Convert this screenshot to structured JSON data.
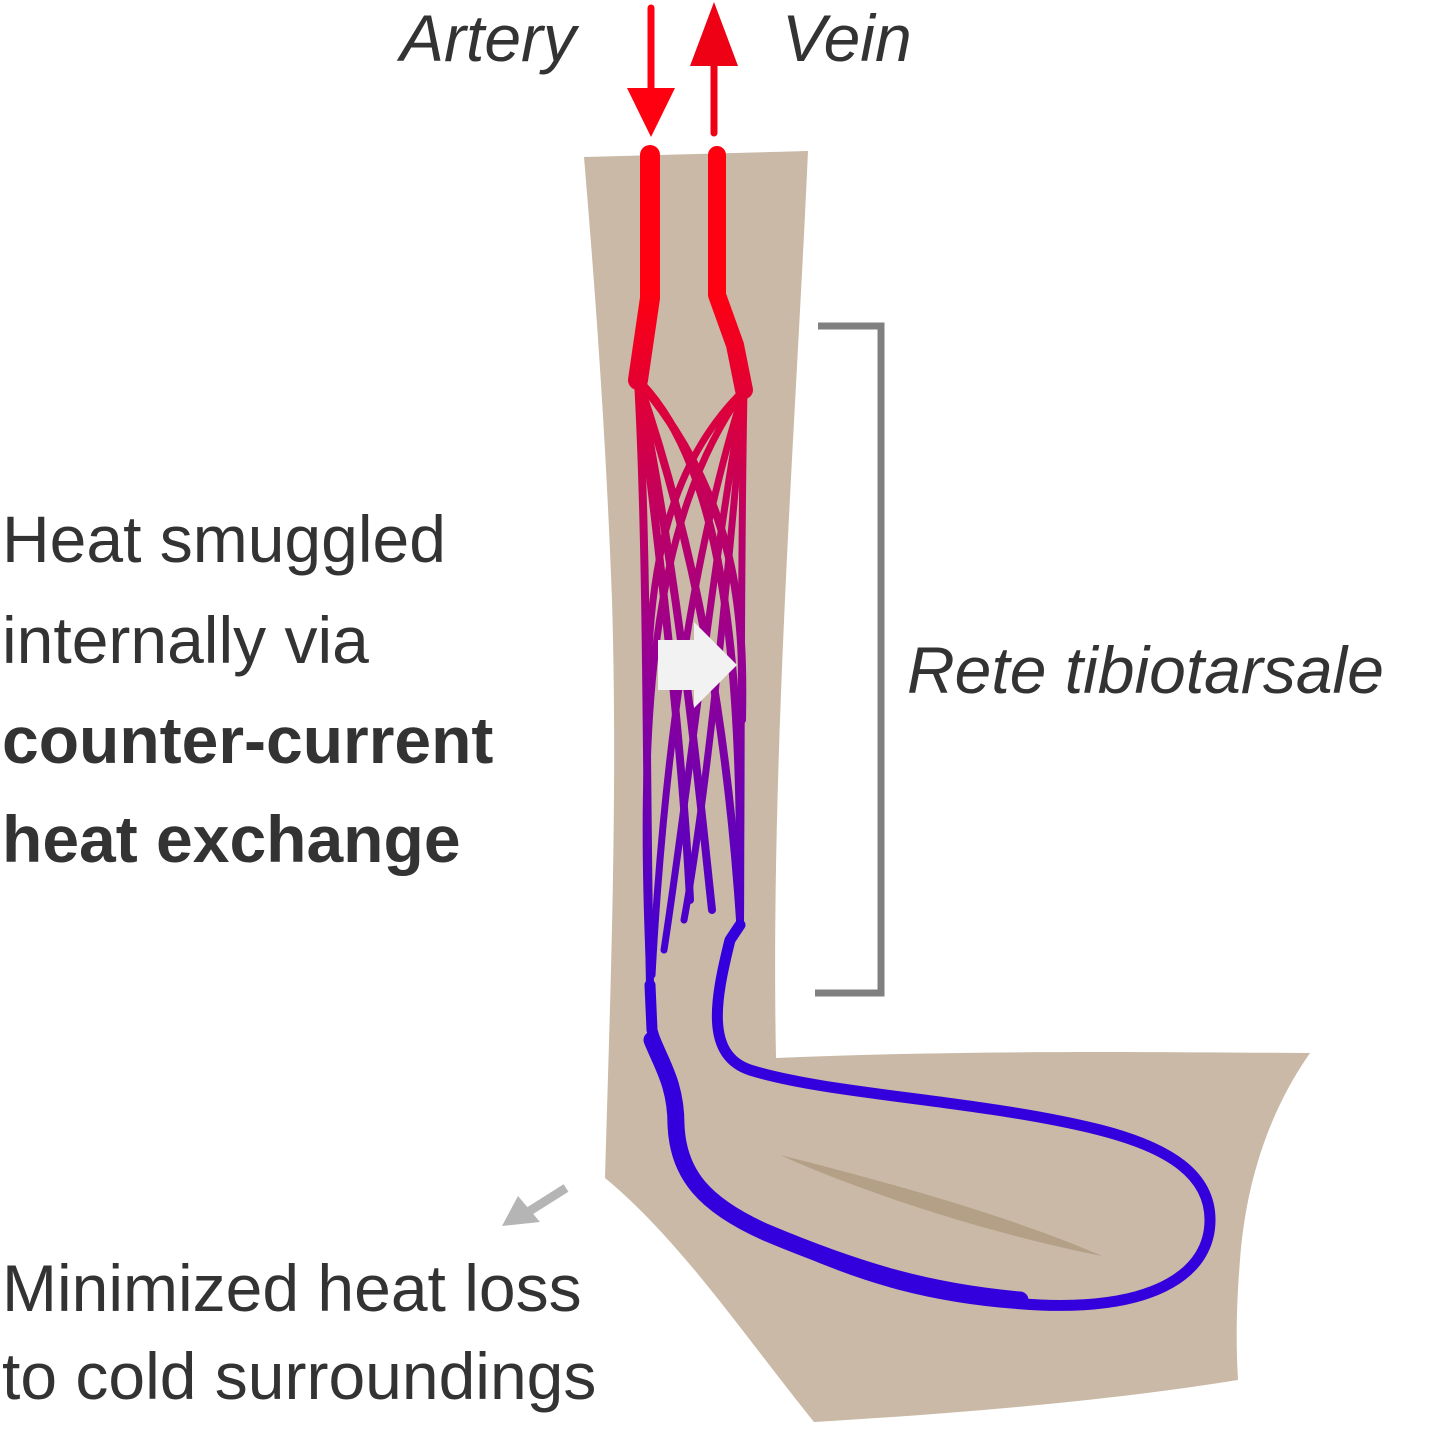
{
  "labels": {
    "artery": "Artery",
    "vein": "Vein",
    "rete": "Rete tibiotarsale",
    "heat_line1": "Heat smuggled",
    "heat_line2": "internally via",
    "heat_line3": "counter-current",
    "heat_line4": "heat exchange",
    "loss_line1": "Minimized heat loss",
    "loss_line2": "to cold surroundings"
  },
  "colors": {
    "leg": "#c9b9a6",
    "leg_crease": "#b3a087",
    "warm_blood": "#ff0010",
    "cold_blood": "#3300dd",
    "bracket": "#808080",
    "exchange_arrow": "#f2f2f2",
    "loss_arrow": "#b5b5b5",
    "text": "#333333"
  },
  "icons": {
    "artery_flow": "arrow-down-icon",
    "vein_flow": "arrow-up-icon",
    "heat_transfer": "arrow-right-icon",
    "heat_loss": "arrow-down-left-icon"
  }
}
